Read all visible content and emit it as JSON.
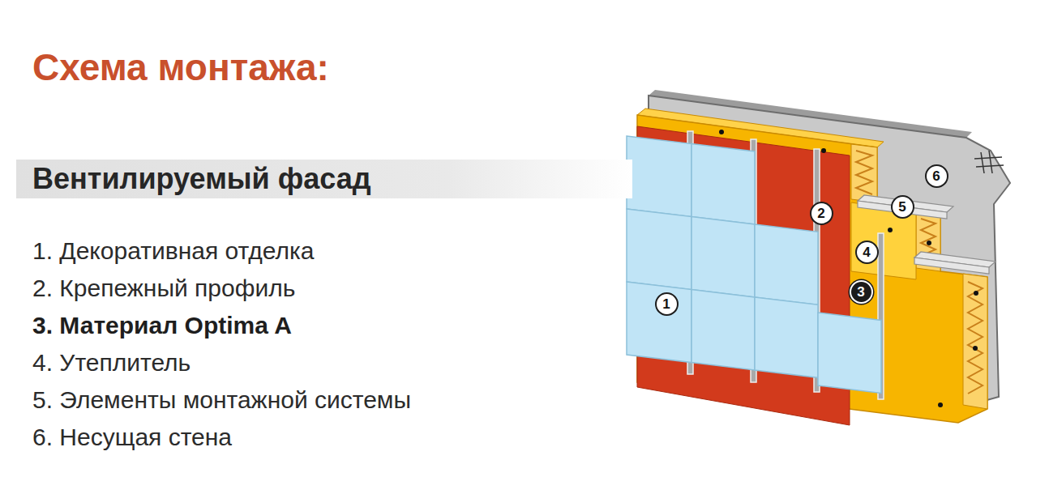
{
  "diagram": {
    "title": "Схема монтажа:",
    "nodes": [
      {
        "text": [
          "Вентилируемый фасад"
        ]
      },
      {
        "text": [
          "6"
        ]
      },
      {
        "text": [
          "5"
        ]
      },
      {
        "text": [
          "2"
        ]
      },
      {
        "text": [
          "4"
        ]
      },
      {
        "text": [
          "1"
        ]
      },
      {
        "text": [
          "3"
        ]
      }
    ],
    "labels": [
      "1. Декоративная отделка",
      "2. Крепежный профиль",
      "3. Материал Optima A",
      "4. Утеплитель",
      "5. Элементы монтажной системы",
      "6. Несущая стена"
    ]
  }
}
